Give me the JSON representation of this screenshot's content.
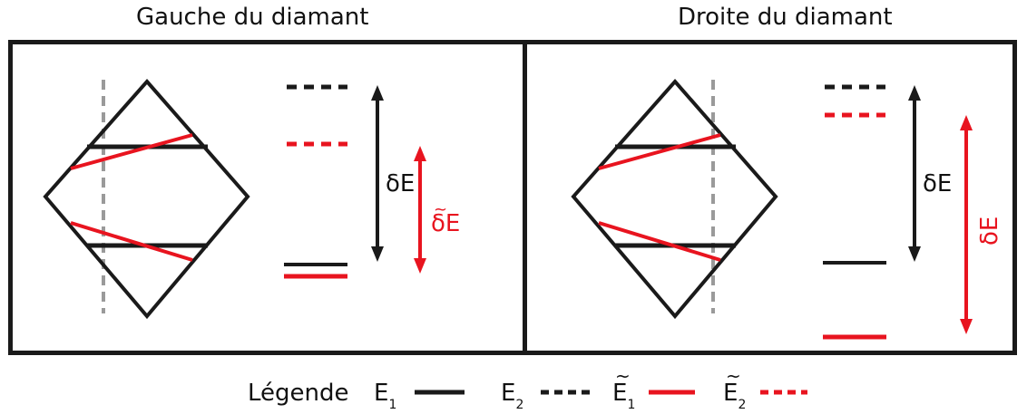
{
  "titles": {
    "left": "Gauche du diamant",
    "right": "Droite du diamant"
  },
  "panels": [
    {
      "name": "left",
      "delta_black": "δE",
      "delta_red": "δE"
    },
    {
      "name": "right",
      "delta_black": "δE",
      "delta_red": "δE"
    }
  ],
  "legend": {
    "label": "Légende",
    "items": [
      {
        "letter": "E",
        "sub": "1",
        "tilde": false,
        "style": "solid",
        "color": "#000000"
      },
      {
        "letter": "E",
        "sub": "2",
        "tilde": false,
        "style": "dashed",
        "color": "#000000"
      },
      {
        "letter": "E",
        "sub": "1",
        "tilde": true,
        "style": "solid",
        "color": "#e8141f"
      },
      {
        "letter": "E",
        "sub": "2",
        "tilde": true,
        "style": "dashed",
        "color": "#e8141f"
      }
    ]
  },
  "colors": {
    "black": "#1a1a1a",
    "red": "#e8141f",
    "gray": "#9a9a9a"
  }
}
